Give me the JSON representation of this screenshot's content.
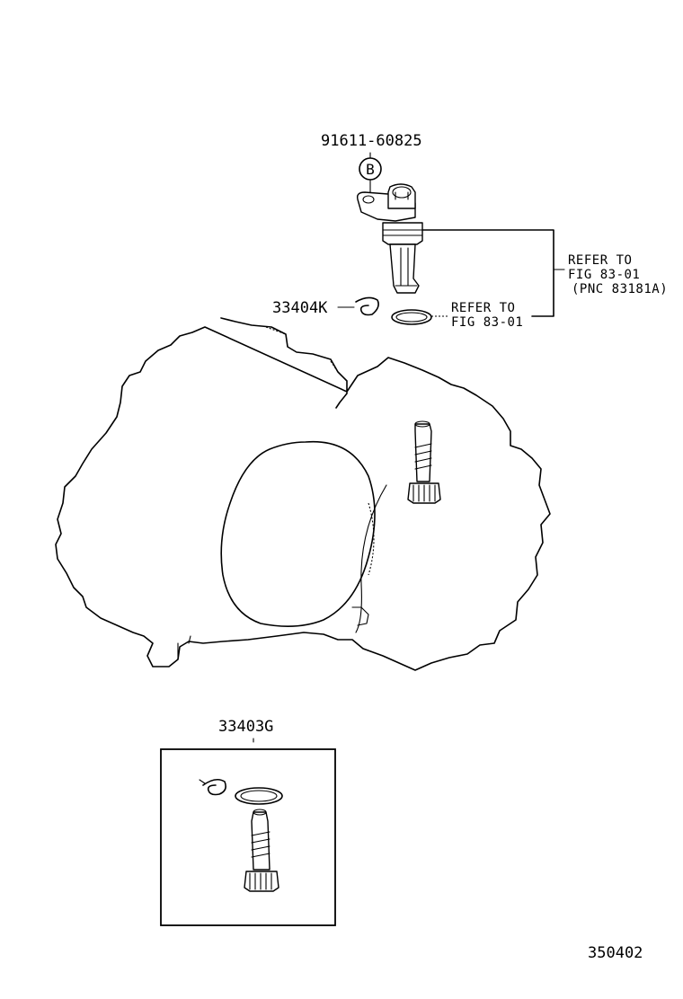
{
  "parts": {
    "bolt_number": "91611-60825",
    "bolt_marker": "B",
    "clip_number": "33404K",
    "driven_gear_number": "33403G"
  },
  "references": {
    "sensor_ref_line1": "REFER TO",
    "sensor_ref_line2": "FIG 83-01",
    "sensor_ref_line3": "(PNC 83181A)",
    "oring_ref_line1": "REFER TO",
    "oring_ref_line2": "FIG 83-01"
  },
  "figure": {
    "code": "350402"
  }
}
